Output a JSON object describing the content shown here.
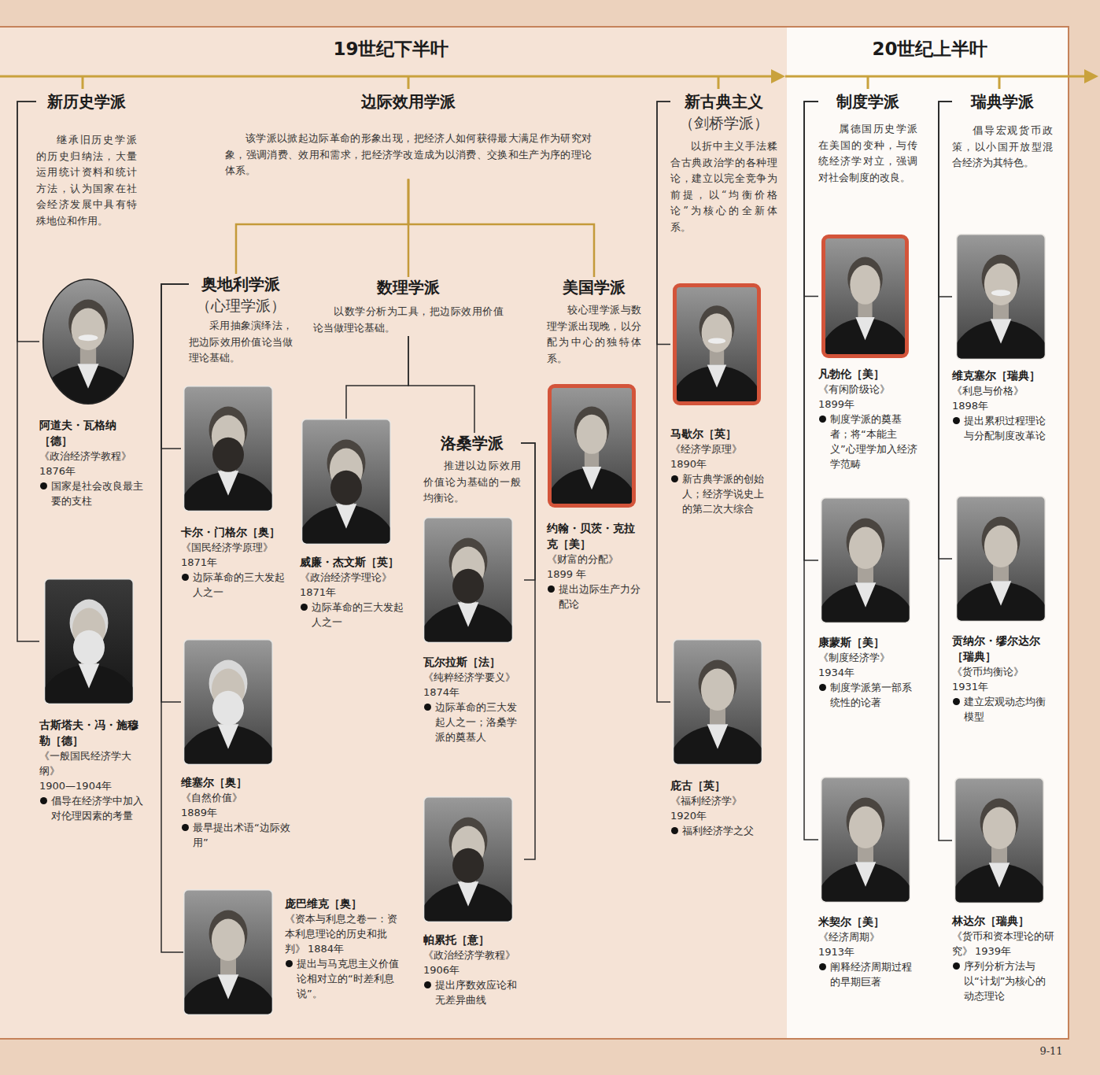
{
  "diagram": {
    "nodes": [
      {
        "text": [
          "新历史学派",
          "继承旧历史学派的历史归纳法，大量运用统计资料和统计方法，认为国家在社会经济发展中具有特殊地位和作用。"
        ]
      },
      {
        "text": [
          "阿道夫・瓦格纳［德］",
          "《政治经济学教程》",
          "1876年",
          "国家是社会改良最主要的支柱"
        ]
      },
      {
        "text": [
          "古斯塔夫・冯・施穆勒［德］",
          "《一般国民经济学大纲》",
          "1900—1904年",
          "倡导在经济学中加入对伦理因素的考量"
        ]
      },
      {
        "text": [
          "边际效用学派",
          "该学派以掀起边际革命的形象出现，把经济人如何获得最大满足作为研究对象，强调消费、效用和需求，把经济学改造成为以消费、交换和生产为序的理论体系。"
        ]
      },
      {
        "text": [
          "奥地利学派",
          "（心理学派）",
          "采用抽象演绎法，把边际效用价值论当做理论基础。"
        ]
      },
      {
        "text": [
          "卡尔・门格尔［奥］",
          "《国民经济学原理》",
          "1871年",
          "边际革命的三大发起人之一"
        ]
      },
      {
        "text": [
          "维塞尔［奥］",
          "《自然价值》",
          "1889年",
          "最早提出术语“边际效用”"
        ]
      },
      {
        "text": [
          "庞巴维克［奥］",
          "《资本与利息之卷一：资本利息理论的历史和批判》",
          "1884年",
          "提出与马克思主义价值论相对立的“时差利息说”。"
        ]
      },
      {
        "text": [
          "数理学派",
          "以数学分析为工具，把边际效用价值论当做理论基础。"
        ]
      },
      {
        "text": [
          "威廉・杰文斯［英］",
          "《政治经济学理论》",
          "1871年",
          "边际革命的三大发起人之一"
        ]
      },
      {
        "text": [
          "洛桑学派",
          "推进以边际效用价值论为基础的一般均衡论。"
        ]
      },
      {
        "text": [
          "瓦尔拉斯［法］",
          "《纯粹经济学要义》",
          "1874年",
          "边际革命的三大发起人之一；洛桑学派的奠基人"
        ]
      },
      {
        "text": [
          "帕累托［意］",
          "《政治经济学教程》",
          "1906年",
          "提出序数效应论和无差异曲线"
        ]
      },
      {
        "text": [
          "美国学派",
          "较心理学派与数理学派出现晚，以分配为中心的独特体系。"
        ]
      },
      {
        "text": [
          "约翰・贝茨・克拉克［美］",
          "《财富的分配》",
          "1899 年",
          "提出边际生产力分配论"
        ]
      },
      {
        "text": [
          "新古典主义",
          "（剑桥学派）",
          "以折中主义手法糅合古典政治学的各种理论，建立以完全竞争为前提，以“均衡价格论”为核心的全新体系。"
        ]
      },
      {
        "text": [
          "马歇尔［英］",
          "《经济学原理》",
          "1890年",
          "新古典学派的创始人；经济学说史上的第二次大综合"
        ]
      },
      {
        "text": [
          "庇古［英］",
          "《福利经济学》",
          "1920年",
          "福利经济学之父"
        ]
      },
      {
        "text": [
          "制度学派",
          "属德国历史学派在美国的变种，与传统经济学对立，强调对社会制度的改良。"
        ]
      },
      {
        "text": [
          "凡勃伦［美］",
          "《有闲阶级论》",
          "1899年",
          "制度学派的奠基者；将“本能主义”心理学加入经济学范畴"
        ]
      },
      {
        "text": [
          "康蒙斯［美］",
          "《制度经济学》",
          "1934年",
          "制度学派第一部系统性的论著"
        ]
      },
      {
        "text": [
          "米契尔［美］",
          "《经济周期》",
          "1913年",
          "阐释经济周期过程的早期巨著"
        ]
      },
      {
        "text": [
          "瑞典学派",
          "倡导宏观货币政策，以小国开放型混合经济为其特色。"
        ]
      },
      {
        "text": [
          "维克塞尔［瑞典］",
          "《利息与价格》",
          "1898年",
          "提出累积过程理论与分配制度改革论"
        ]
      },
      {
        "text": [
          "贡纳尔・缪尔达尔［瑞典］",
          "《货币均衡论》",
          "1931年",
          "建立宏观动态均衡模型"
        ]
      },
      {
        "text": [
          "林达尔［瑞典］",
          "《货币和资本理论的研究》",
          "1939年",
          "序列分析方法与以“计划”为核心的动态理论"
        ]
      }
    ],
    "edges": [
      {
        "from": 0,
        "to": 1,
        "arrow": "none"
      },
      {
        "from": 0,
        "to": 2,
        "arrow": "none"
      },
      {
        "from": 3,
        "to": 4,
        "arrow": "none"
      },
      {
        "from": 3,
        "to": 8,
        "arrow": "none"
      },
      {
        "from": 3,
        "to": 13,
        "arrow": "none"
      },
      {
        "from": 4,
        "to": 5,
        "arrow": "none"
      },
      {
        "from": 4,
        "to": 6,
        "arrow": "none"
      },
      {
        "from": 4,
        "to": 7,
        "arrow": "none"
      },
      {
        "from": 8,
        "to": 9,
        "arrow": "none"
      },
      {
        "from": 8,
        "to": 10,
        "arrow": "none"
      },
      {
        "from": 10,
        "to": 11,
        "arrow": "none"
      },
      {
        "from": 10,
        "to": 12,
        "arrow": "none"
      },
      {
        "from": 15,
        "to": 16,
        "arrow": "none"
      },
      {
        "from": 15,
        "to": 17,
        "arrow": "none"
      },
      {
        "from": 18,
        "to": 19,
        "arrow": "none"
      },
      {
        "from": 18,
        "to": 20,
        "arrow": "none"
      },
      {
        "from": 18,
        "to": 21,
        "arrow": "none"
      },
      {
        "from": 22,
        "to": 23,
        "arrow": "none"
      },
      {
        "from": 22,
        "to": 24,
        "arrow": "none"
      },
      {
        "from": 22,
        "to": 25,
        "arrow": "none"
      }
    ],
    "labels": [
      "19世纪下半叶",
      "20世纪上半叶",
      "9-11"
    ]
  }
}
